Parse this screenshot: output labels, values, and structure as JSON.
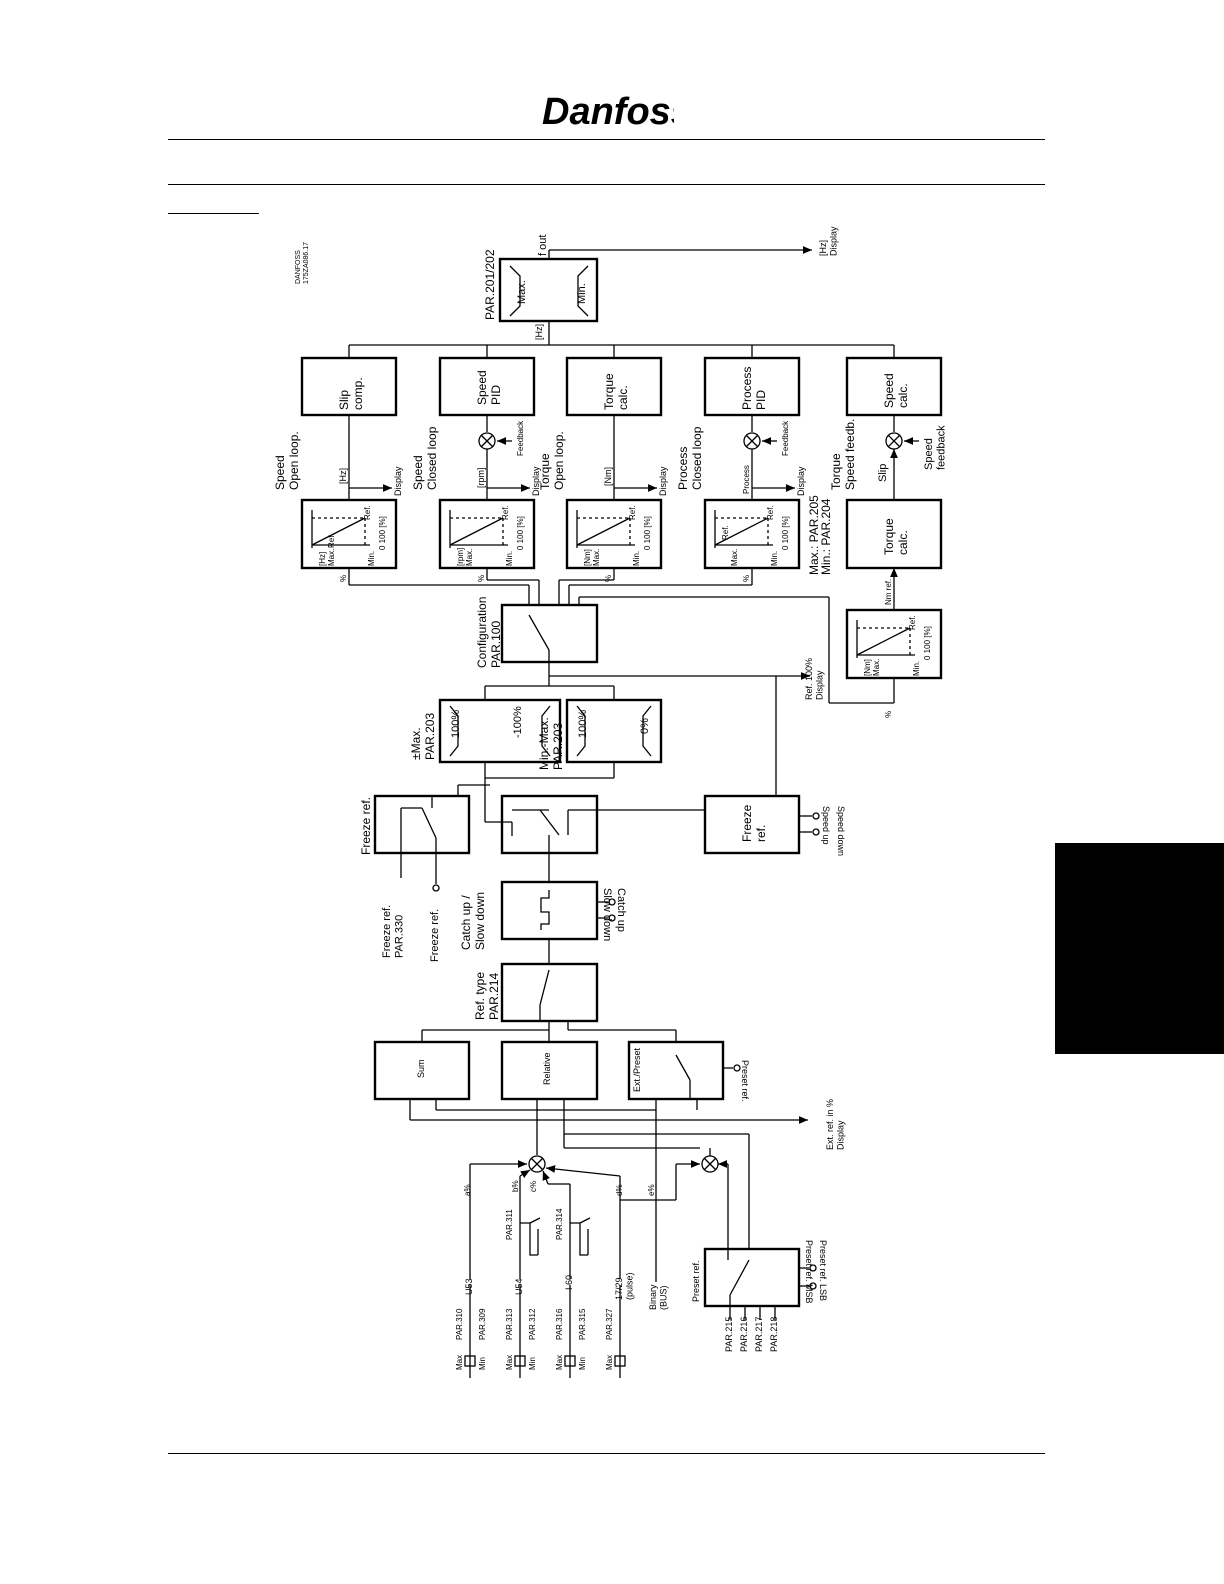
{
  "header": {
    "logo_text": "Danfoss"
  },
  "diagram": {
    "drawing_code": "DANFOSS\n175ZA086.17",
    "top": {
      "fout": "f out",
      "hz_display": "[Hz]\nDisplay",
      "limit_par": "PAR.201/202",
      "max": "Max.",
      "min": "Min.",
      "hz": "[Hz]"
    },
    "loops": [
      {
        "label": "Speed\nOpen loop.",
        "block": "Slip\ncomp.",
        "unit": "[Hz]",
        "display": "Display",
        "feedback": "",
        "scale_unit": "[Hz]",
        "ref": "Ref.",
        "max": "Max.",
        "min": "Min.",
        "axis": "0  100 [%]",
        "pct": "%"
      },
      {
        "label": "Speed\nClosed loop",
        "block": "Speed\nPID",
        "unit": "[rpm]",
        "display": "Display",
        "feedback": "Feedback",
        "scale_unit": "[rpm]",
        "ref": "Ref.",
        "max": "Max.",
        "min": "Min.",
        "axis": "0  100 [%]",
        "pct": "%"
      },
      {
        "label": "Torque\nOpen loop.",
        "block": "Torque\ncalc.",
        "unit": "[Nm]",
        "display": "Display",
        "feedback": "",
        "scale_unit": "[Nm]",
        "ref": "Ref.",
        "max": "Max.",
        "min": "Min.",
        "axis": "0  100 [%]",
        "pct": "%"
      },
      {
        "label": "Process\nClosed loop",
        "block": "Process\nPID",
        "unit": "Process",
        "display": "Display",
        "feedback": "Feedback",
        "scale_unit": "",
        "ref": "Ref.",
        "max": "Max.",
        "min": "Min.",
        "axis": "0  100 [%]",
        "pct": "%"
      }
    ],
    "process_limits": "Max.: PAR.205\nMin.: PAR.204",
    "torque_speed": {
      "label": "Torque\nSpeed feedb.",
      "block1": "Speed\ncalc.",
      "feedback": "Speed\nfeedback",
      "slip": "Slip",
      "block2": "Torque\ncalc.",
      "nm_ref": "Nm ref.",
      "scale_unit": "[Nm]",
      "ref": "Ref.",
      "max": "Max.",
      "min": "Min.",
      "axis": "0  100 [%]",
      "pct": "%"
    },
    "configuration": "Configuration\nPAR.100",
    "ref_display": "Ref. 100%\nDisplay",
    "limits": [
      {
        "label": "±Max.\nPAR.203",
        "a": "100%",
        "b": "-100%"
      },
      {
        "label": "Min.-Max.\nPAR.203",
        "a": "100%",
        "b": "0%"
      }
    ],
    "freeze": {
      "label": "Freeze ref.",
      "block": "Freeze\nref.",
      "speed_up": "Speed up",
      "speed_down": "Speed down",
      "freeze_par": "Freeze ref.\nPAR.330",
      "freeze_ref": "Freeze ref."
    },
    "catch": {
      "label": "Catch up /\nSlow down",
      "catch_up": "Catch up",
      "slow_down": "Slow down"
    },
    "ref_type": "Ref. type\nPAR.214",
    "combine": {
      "sum": "Sum",
      "relative": "Relative",
      "ext_preset": "Ext./Preset",
      "preset_ref": "Preset ref."
    },
    "ext_ref_display": "Ext. ref. in %\nDisplay",
    "weights": [
      "a%",
      "b%",
      "c%",
      "d%",
      "e%"
    ],
    "inputs": [
      {
        "max": "Max",
        "min": "Min",
        "par_max": "PAR.310",
        "par_min": "PAR.309",
        "terminal": "U53"
      },
      {
        "max": "Max",
        "min": "Min",
        "par_max": "PAR.313",
        "par_min": "PAR.312",
        "terminal": "U54"
      },
      {
        "max": "Max",
        "min": "Min",
        "par_max": "PAR.316",
        "par_min": "PAR.315",
        "terminal": "I 60"
      },
      {
        "max": "Max",
        "min": "",
        "par_max": "PAR.327",
        "par_min": "",
        "terminal": "17/29\n(pulse)"
      }
    ],
    "binary_bus": "Binary\n(BUS)",
    "switch_pars": [
      "PAR.311",
      "PAR.314"
    ],
    "preset": {
      "label": "Preset ref.",
      "pars": [
        "PAR.215",
        "PAR.216",
        "PAR.217",
        "PAR.218"
      ],
      "lsb": "Preset ref. LSB",
      "msb": "Preset ref. MSB"
    }
  }
}
